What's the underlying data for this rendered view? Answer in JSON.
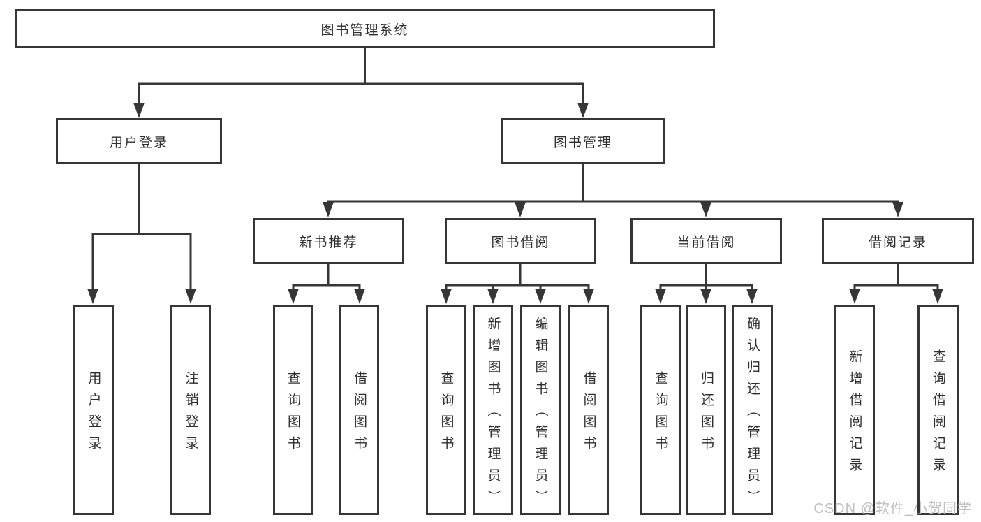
{
  "tree": {
    "label": "图书管理系统",
    "children": [
      {
        "label": "用户登录",
        "children": [
          {
            "label": "用户登录"
          },
          {
            "label": "注销登录"
          }
        ]
      },
      {
        "label": "图书管理",
        "children": [
          {
            "label": "新书推荐",
            "children": [
              {
                "label": "查询图书"
              },
              {
                "label": "借阅图书"
              }
            ]
          },
          {
            "label": "图书借阅",
            "children": [
              {
                "label": "查询图书"
              },
              {
                "label": "新增图书（管理员）"
              },
              {
                "label": "编辑图书（管理员）"
              },
              {
                "label": "借阅图书"
              }
            ]
          },
          {
            "label": "当前借阅",
            "children": [
              {
                "label": "查询图书"
              },
              {
                "label": "归还图书"
              },
              {
                "label": "确认归还（管理员）"
              }
            ]
          },
          {
            "label": "借阅记录",
            "children": [
              {
                "label": "新增借阅记录"
              },
              {
                "label": "查询借阅记录"
              }
            ]
          }
        ]
      }
    ]
  },
  "watermark": "CSDN @软件_小贺同学",
  "colors": {
    "line": "#363636",
    "text": "#2e2e2e",
    "watermark": "#bfbfbf",
    "background": "#ffffff"
  }
}
